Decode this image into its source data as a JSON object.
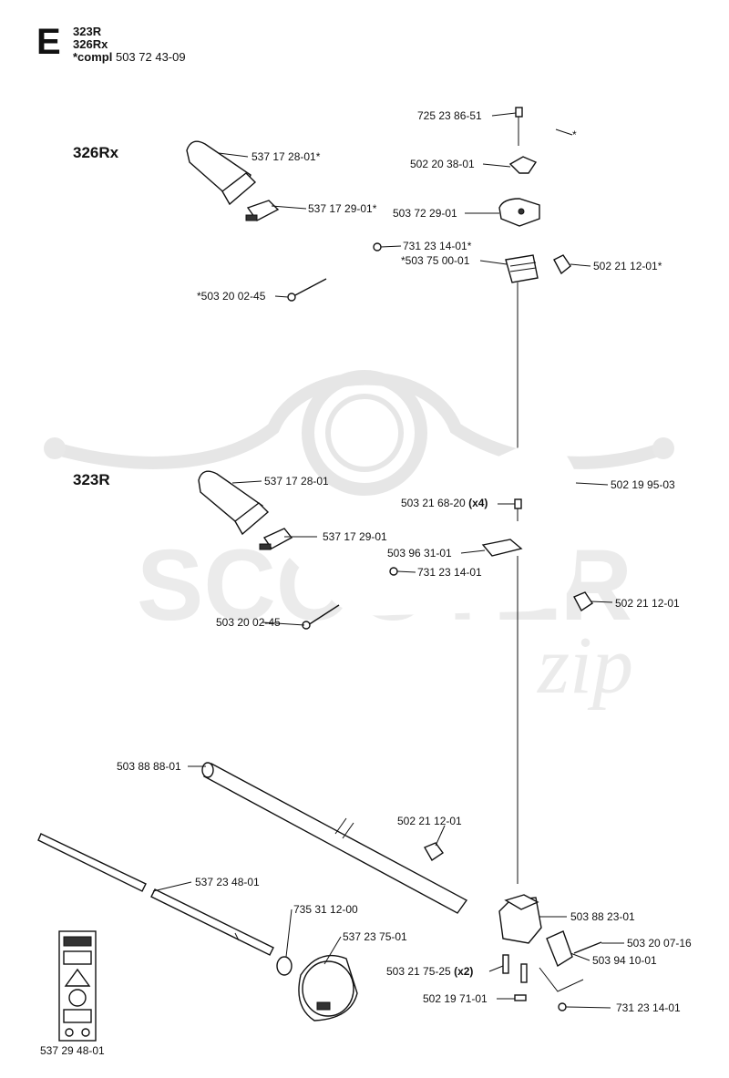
{
  "header": {
    "section_letter": "E",
    "model_1": "323R",
    "model_2": "326Rx",
    "compl_prefix": "*compl",
    "compl_number": "503 72 43-09"
  },
  "sections": {
    "upper_title": "326Rx",
    "lower_title": "323R"
  },
  "watermark": {
    "word": "SCOOTER",
    "suffix": "zip"
  },
  "labels": {
    "p_725_23_86_51": "725 23 86-51",
    "p_star": "*",
    "p_537_17_28_01s": "537 17 28-01*",
    "p_502_20_38_01": "502 20 38-01",
    "p_537_17_29_01s": "537 17 29-01*",
    "p_503_72_29_01": "503 72 29-01",
    "p_731_23_14_01s": "731 23 14-01*",
    "p_503_75_00_01s": "*503 75 00-01",
    "p_502_21_12_01s": "502 21 12-01*",
    "p_503_20_02_45s": "*503 20 02-45",
    "p_537_17_28_01": "537 17 28-01",
    "p_502_19_95_03": "502 19 95-03",
    "p_503_21_68_20": "503 21 68-20",
    "p_503_21_68_20_qty": "(x4)",
    "p_537_17_29_01": "537 17 29-01",
    "p_503_96_31_01": "503 96 31-01",
    "p_731_23_14_01a": "731 23 14-01",
    "p_502_21_12_01a": "502 21 12-01",
    "p_503_20_02_45": "503 20 02-45",
    "p_503_88_88_01": "503 88 88-01",
    "p_502_21_12_01b": "502 21 12-01",
    "p_537_23_48_01": "537 23 48-01",
    "p_735_31_12_00": "735 31 12-00",
    "p_537_23_75_01": "537 23 75-01",
    "p_503_88_23_01": "503 88 23-01",
    "p_503_20_07_16": "503 20 07-16",
    "p_503_21_75_25": "503 21 75-25",
    "p_503_21_75_25_qty": "(x2)",
    "p_503_94_10_01": "503 94 10-01",
    "p_502_19_71_01": "502 19 71-01",
    "p_731_23_14_01b": "731 23 14-01",
    "p_537_29_48_01": "537 29 48-01"
  }
}
